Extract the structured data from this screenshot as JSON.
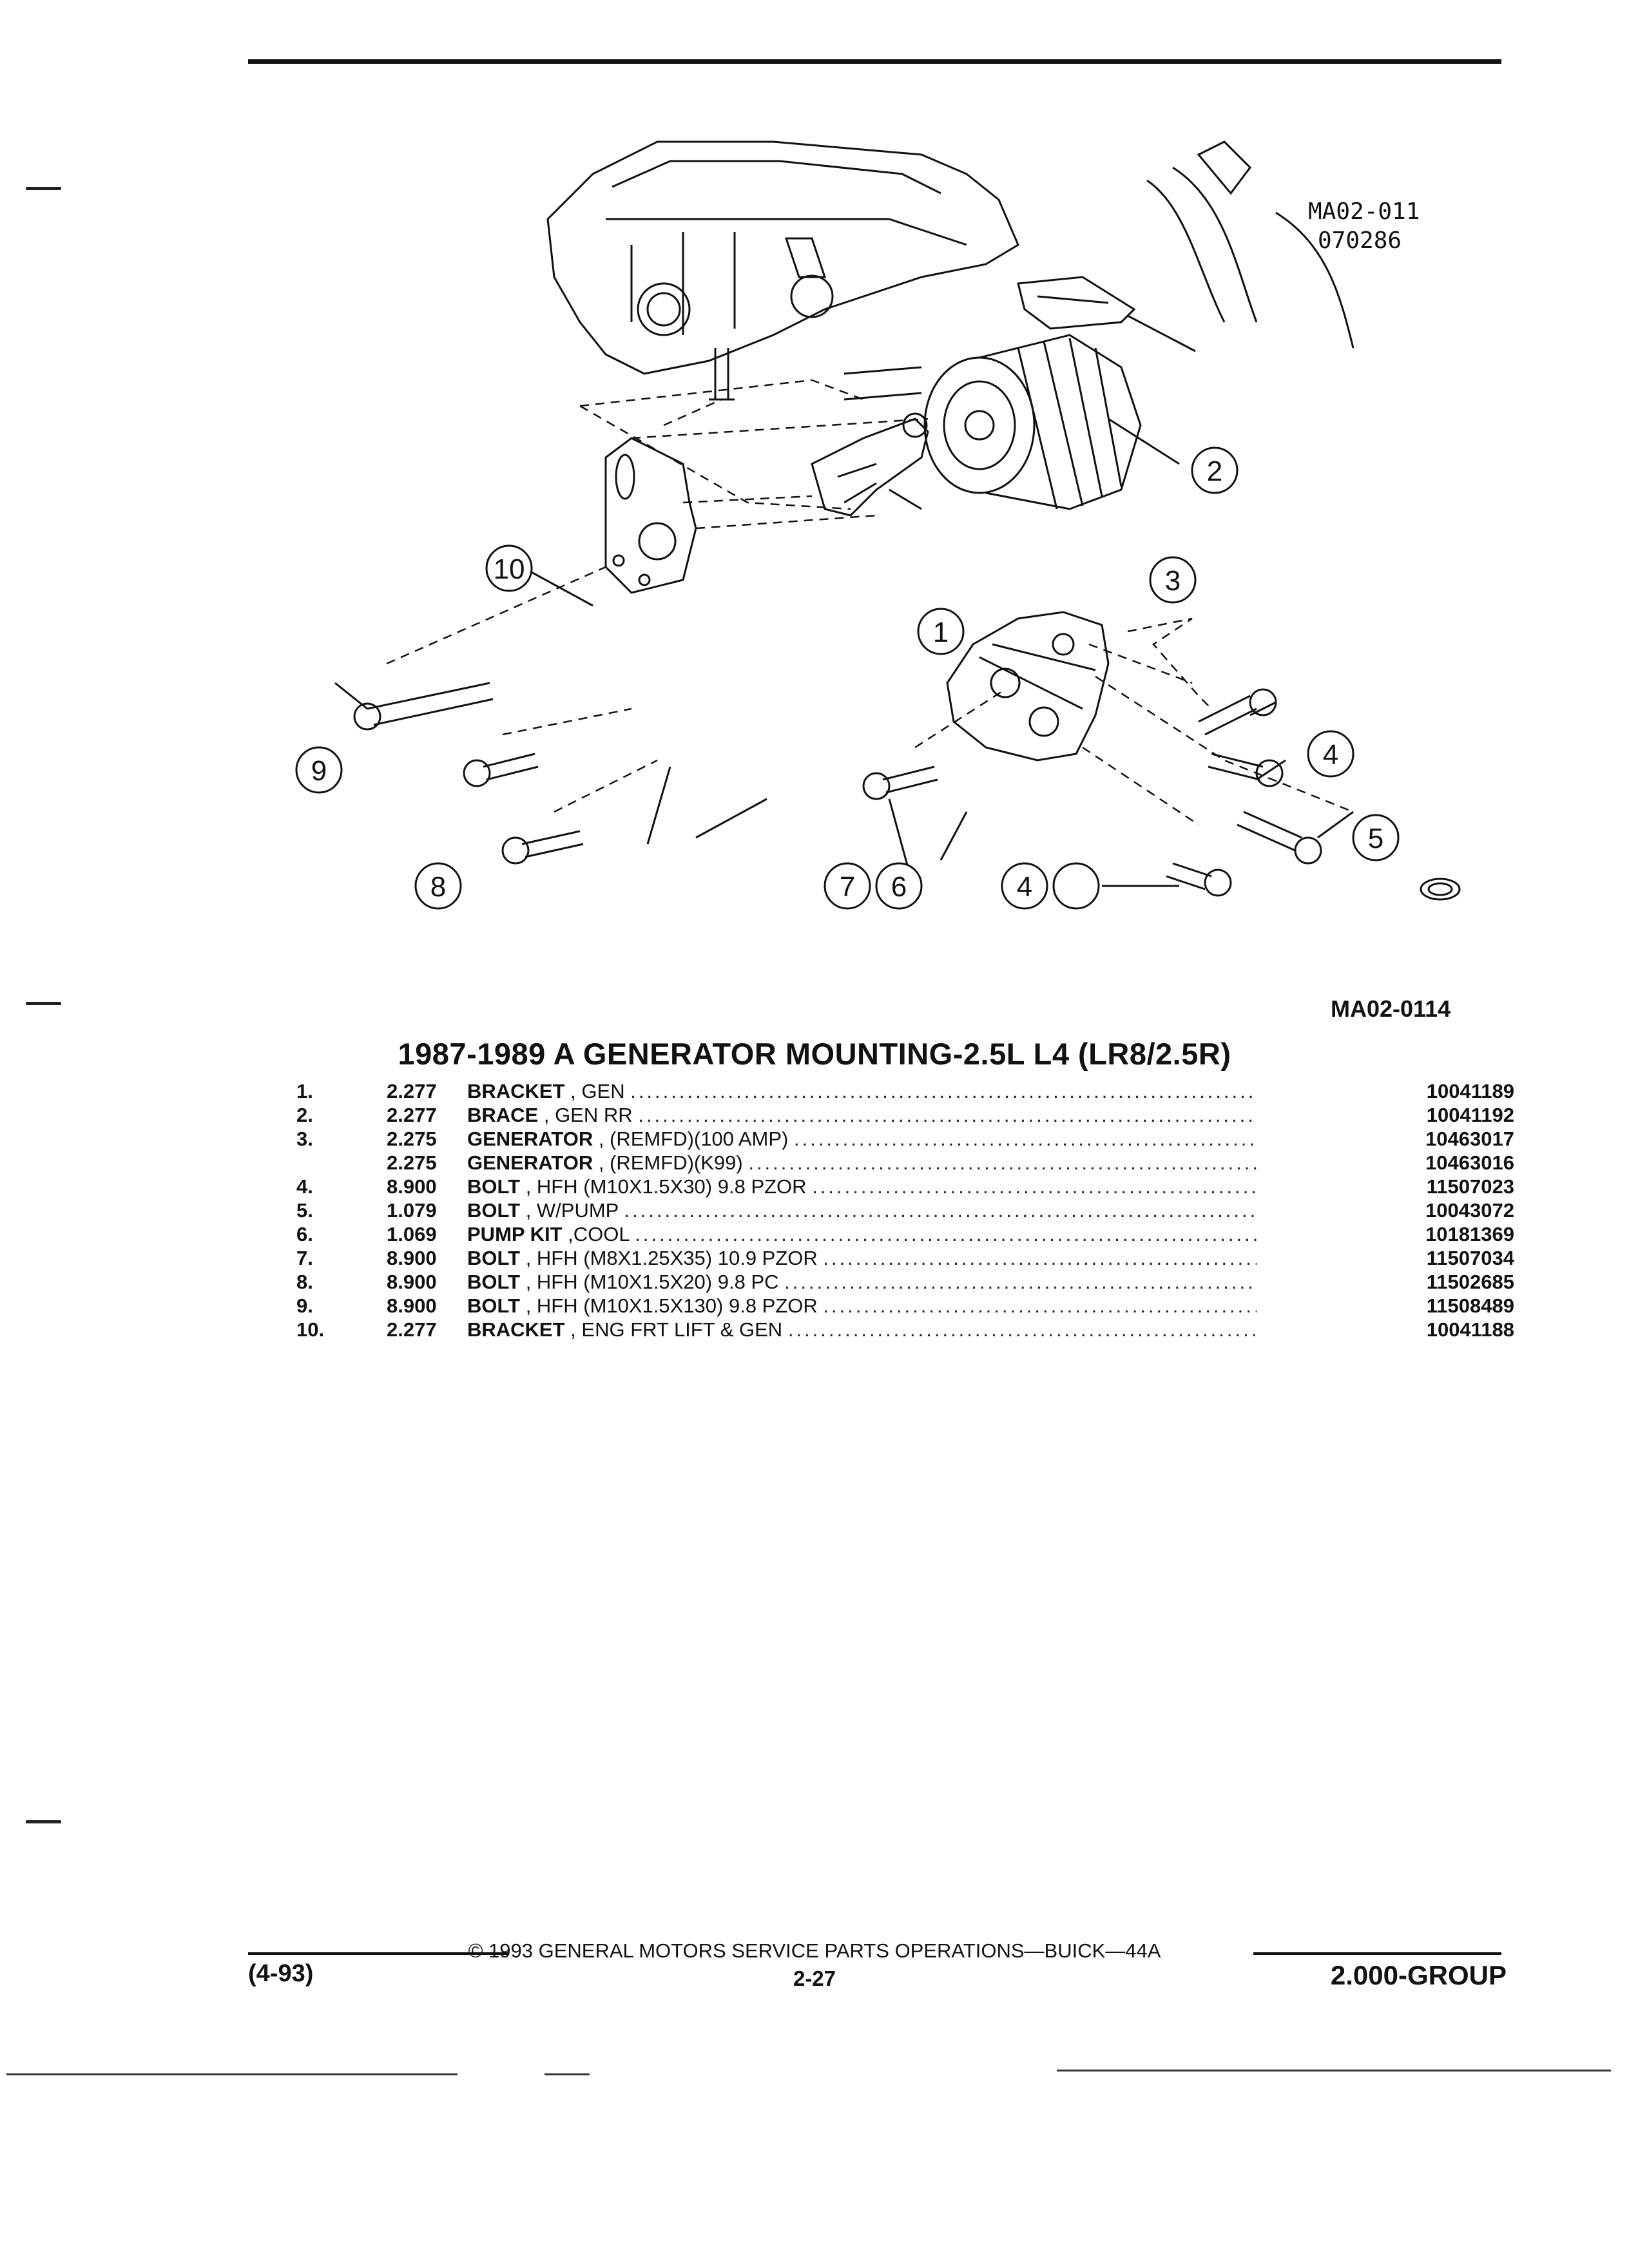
{
  "diagram": {
    "ref_code_line1": "MA02-011",
    "ref_code_line2": "070286",
    "callouts": [
      "1",
      "2",
      "3",
      "4",
      "4",
      "5",
      "6",
      "7",
      "8",
      "9",
      "10"
    ],
    "drawing_code": "MA02-0114"
  },
  "section": {
    "title": "1987-1989 A GENERATOR MOUNTING-2.5L L4 (LR8/2.5R)"
  },
  "parts": [
    {
      "num": "1.",
      "group": "2.277",
      "name": "BRACKET",
      "desc": " , GEN",
      "part_no": "10041189"
    },
    {
      "num": "2.",
      "group": "2.277",
      "name": "BRACE",
      "desc": " , GEN RR",
      "part_no": "10041192"
    },
    {
      "num": "3.",
      "group": "2.275",
      "name": "GENERATOR",
      "desc": " , (REMFD)(100 AMP)",
      "part_no": "10463017"
    },
    {
      "num": "",
      "group": "2.275",
      "name": "GENERATOR",
      "desc": " , (REMFD)(K99)",
      "part_no": "10463016"
    },
    {
      "num": "4.",
      "group": "8.900",
      "name": "BOLT",
      "desc": " , HFH (M10X1.5X30) 9.8 PZOR",
      "part_no": "11507023"
    },
    {
      "num": "5.",
      "group": "1.079",
      "name": "BOLT",
      "desc": " , W/PUMP",
      "part_no": "10043072"
    },
    {
      "num": "6.",
      "group": "1.069",
      "name": "PUMP KIT",
      "desc": " ,COOL",
      "part_no": "10181369"
    },
    {
      "num": "7.",
      "group": "8.900",
      "name": "BOLT",
      "desc": " , HFH (M8X1.25X35) 10.9 PZOR",
      "part_no": "11507034"
    },
    {
      "num": "8.",
      "group": "8.900",
      "name": "BOLT",
      "desc": " , HFH (M10X1.5X20) 9.8 PC",
      "part_no": "11502685"
    },
    {
      "num": "9.",
      "group": "8.900",
      "name": "BOLT",
      "desc": " , HFH (M10X1.5X130) 9.8 PZOR",
      "part_no": "11508489"
    },
    {
      "num": "10.",
      "group": "2.277",
      "name": "BRACKET",
      "desc": " , ENG FRT LIFT & GEN",
      "part_no": "10041188"
    }
  ],
  "footer": {
    "copyright": "© 1993 GENERAL MOTORS SERVICE PARTS OPERATIONS—BUICK—44A",
    "page": "2-27",
    "date": "(4-93)",
    "group": "2.000-GROUP"
  }
}
